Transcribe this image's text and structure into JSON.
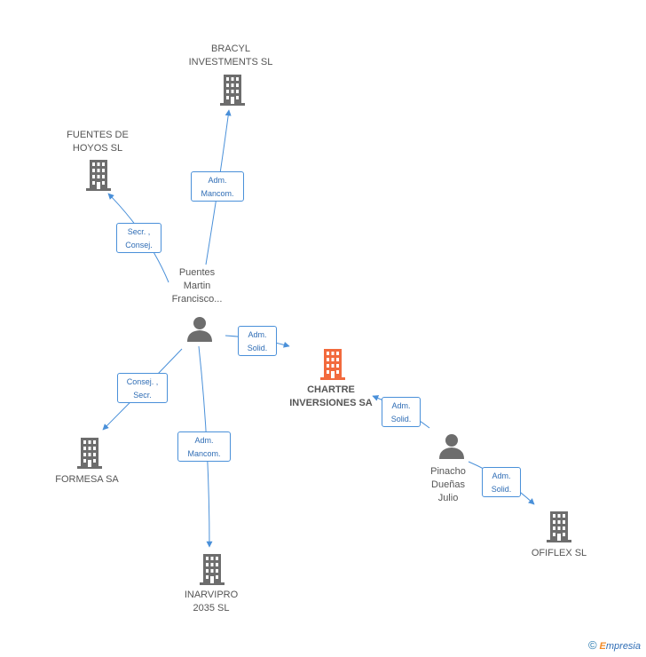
{
  "nodes": {
    "bracyl": "BRACYL\nINVESTMENTS SL",
    "fuentes": "FUENTES DE\nHOYOS SL",
    "puentes": "Puentes\nMartin\nFrancisco...",
    "chartre": "CHARTRE\nINVERSIONES SA",
    "formesa": "FORMESA SA",
    "inarvipro": "INARVIPRO\n2035 SL",
    "pinacho": "Pinacho\nDueñas\nJulio",
    "ofiflex": "OFIFLEX  SL"
  },
  "edges": {
    "puentes_bracyl": "Adm.\nMancom.",
    "puentes_fuentes": "Secr. ,\nConsej.",
    "puentes_chartre": "Adm.\nSolid.",
    "puentes_formesa": "Consej. ,\nSecr.",
    "puentes_inarvipro": "Adm.\nMancom.",
    "pinacho_chartre": "Adm.\nSolid.",
    "pinacho_ofiflex": "Adm.\nSolid."
  },
  "colors": {
    "company": "#6d6d6d",
    "center": "#f26a3d",
    "person": "#6d6d6d",
    "edge": "#4a90d9"
  },
  "footer": {
    "copyright": "©",
    "brand_e": "E",
    "brand_rest": "mpresia"
  }
}
